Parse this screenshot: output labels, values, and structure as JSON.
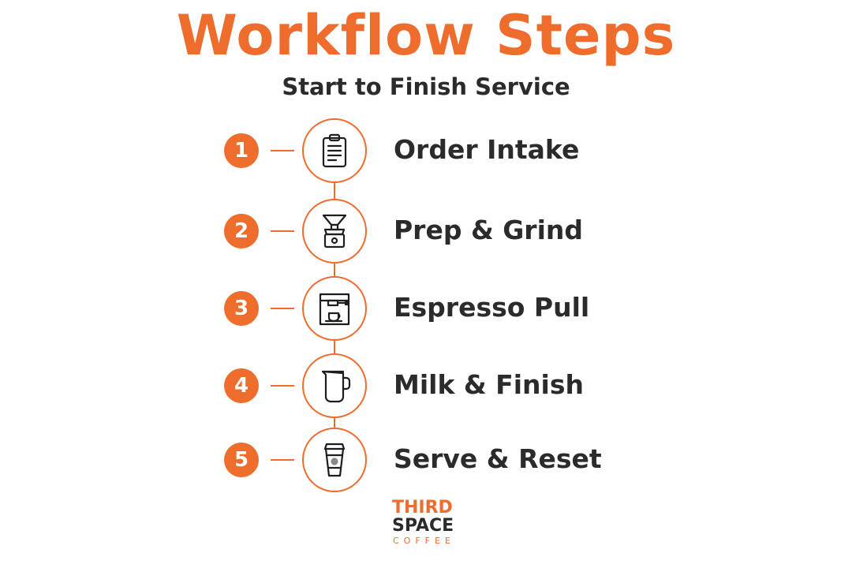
{
  "title": "Workflow Steps",
  "subtitle": "Start to Finish Service",
  "accent_color": "#ee6c2c",
  "text_color": "#2b2b2b",
  "steps": [
    {
      "number": "1",
      "label": "Order Intake",
      "icon": "clipboard-icon"
    },
    {
      "number": "2",
      "label": "Prep & Grind",
      "icon": "grinder-icon"
    },
    {
      "number": "3",
      "label": "Espresso Pull",
      "icon": "espresso-machine-icon"
    },
    {
      "number": "4",
      "label": "Milk & Finish",
      "icon": "milk-pitcher-icon"
    },
    {
      "number": "5",
      "label": "Serve & Reset",
      "icon": "takeaway-cup-icon"
    }
  ],
  "logo": {
    "line1": "THIRD",
    "line2": "SPACE",
    "line3": "COFFEE"
  }
}
